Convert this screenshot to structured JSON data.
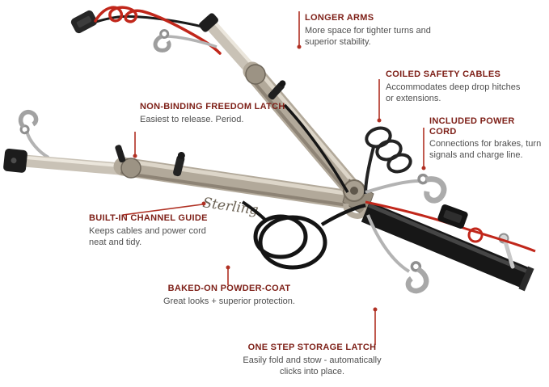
{
  "product": {
    "logo_text": "Sterling"
  },
  "colors": {
    "callout_title": "#7e2018",
    "callout_body": "#4f4f4f",
    "leader_line": "#b03023",
    "red_cable": "#c1271b"
  },
  "callouts": [
    {
      "id": "longer-arms",
      "title": "LONGER ARMS",
      "body": "More space for tighter turns and superior stability."
    },
    {
      "id": "coiled-safety-cables",
      "title": "COILED SAFETY CABLES",
      "body": "Accommodates deep drop hitches or extensions."
    },
    {
      "id": "included-power-cord",
      "title": "INCLUDED POWER CORD",
      "body": "Connections for brakes, turn signals and charge line."
    },
    {
      "id": "non-binding-freedom-latch",
      "title": "NON-BINDING FREEDOM LATCH",
      "body": "Easiest to release. Period."
    },
    {
      "id": "built-in-channel-guide",
      "title": "BUILT-IN CHANNEL GUIDE",
      "body": "Keeps cables and power cord neat and tidy."
    },
    {
      "id": "baked-on-powder-coat",
      "title": "BAKED-ON POWDER-COAT",
      "body": "Great looks + superior protection."
    },
    {
      "id": "one-step-storage-latch",
      "title": "ONE STEP STORAGE LATCH",
      "body": "Easily fold and stow - automatically clicks into place."
    }
  ]
}
